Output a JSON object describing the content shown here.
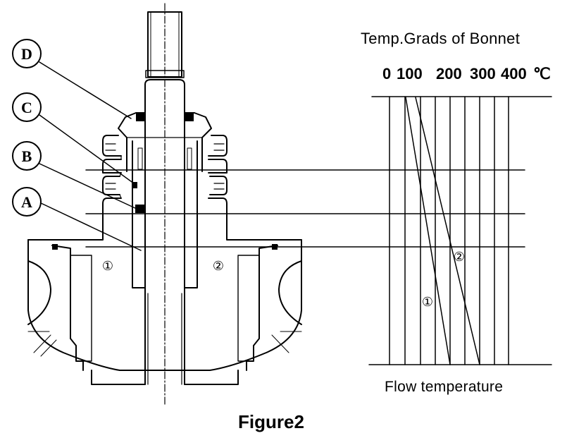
{
  "figure": {
    "caption": "Figure2"
  },
  "callouts": [
    {
      "id": "D",
      "label": "D"
    },
    {
      "id": "C",
      "label": "C"
    },
    {
      "id": "B",
      "label": "B"
    },
    {
      "id": "A",
      "label": "A"
    }
  ],
  "zone_markers": [
    {
      "id": "1",
      "label": "①"
    },
    {
      "id": "2",
      "label": "②"
    }
  ],
  "temperature_chart": {
    "title": "Temp.Grads of Bonnet",
    "scale_labels": [
      "0",
      "100",
      "200",
      "300",
      "400",
      "℃"
    ],
    "bottom_label": "Flow temperature",
    "curve_labels": [
      "①",
      "②"
    ]
  }
}
